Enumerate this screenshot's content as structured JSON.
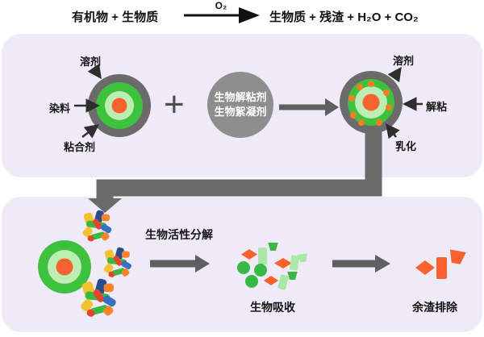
{
  "colors": {
    "panel": "#efeaf7",
    "ring-gray": "#6b6b6b",
    "pipe-gray": "#6a6a6a",
    "arrow-gray": "#5f5f5f",
    "agent-gray": "#8e8e8e",
    "green": "#3ec23e",
    "light-green": "#bceeb4",
    "pale-green": "#a9e8a6",
    "orange": "#f9622f",
    "dot-orange": "#f87d25",
    "ink": "#151515",
    "cl-yellow": "#f1c230",
    "cl-navy": "#2a4d8f",
    "cl-blue": "#3a70c2",
    "cl-green": "#38b944",
    "cl-orange": "#f8832b",
    "cl-red": "#e4452d"
  },
  "equation": {
    "reactants": "有机物 + 生物质",
    "condition": "O₂",
    "products": "生物质 + 残渣 + H₂O + CO₂"
  },
  "panel_top": {
    "particle_labels": {
      "solvent": "溶剂",
      "dye": "染料",
      "binder": "粘合剂"
    },
    "plus": "+",
    "agent": {
      "line1": "生物解粘剂",
      "line2": "生物絮凝剂"
    },
    "treated_labels": {
      "solvent": "溶剂",
      "debond": "解粘",
      "emulsify": "乳化"
    }
  },
  "panel_bottom": {
    "step_decompose": "生物活性分解",
    "step_absorb": "生物吸收",
    "step_residue": "余渣排除"
  }
}
